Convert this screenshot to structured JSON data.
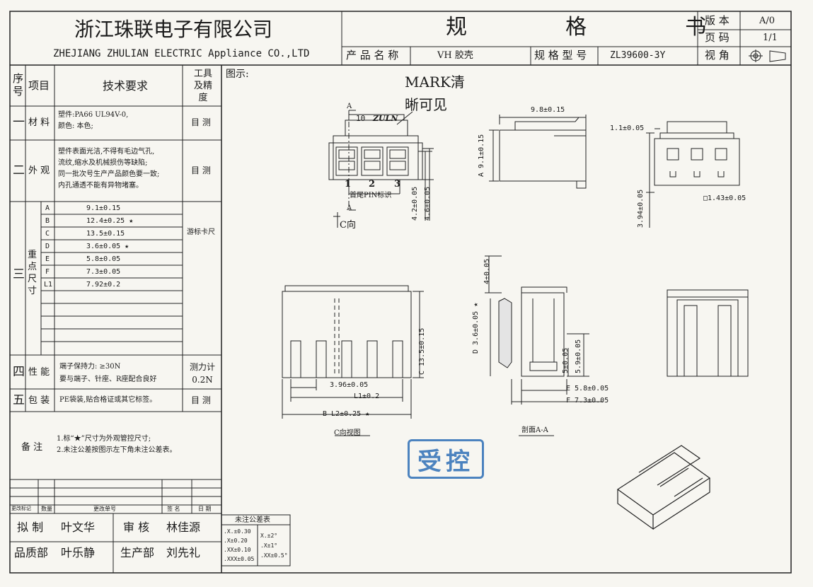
{
  "header": {
    "company_cn": "浙江珠联电子有限公司",
    "company_en": "ZHEJIANG ZHULIAN ELECTRIC Appliance CO.,LTD",
    "doc_title": "规  格  书",
    "version_label": "版 本",
    "version_value": "A/0",
    "page_label": "页 码",
    "page_value": "1/1",
    "view_label": "视 角",
    "product_name_label": "产 品 名 称",
    "product_name_value": "VH 胶壳",
    "model_label": "规 格 型 号",
    "model_value": "ZL39600-3Y"
  },
  "table": {
    "col_seq": "序号",
    "col_item": "项目",
    "col_req": "技术要求",
    "col_tool": "工具及精度",
    "rows": [
      {
        "num": "一",
        "item": "材 料",
        "req": [
          "塑件:PA66  UL94V-0,",
          "颜色: 本色;"
        ],
        "tool": "目 测"
      },
      {
        "num": "二",
        "item": "外 观",
        "req": [
          "塑件表面光洁,不得有毛边气孔,",
          "流纹,缩水及机械损伤等缺陷;",
          "同一批次号生产产品颜色要一致;",
          "内孔通透不能有异物堵塞。"
        ],
        "tool": "目 测"
      },
      {
        "num": "三",
        "item": "重点尺寸",
        "tool": "游标卡尺"
      },
      {
        "num": "四",
        "item": "性 能",
        "req": [
          "端子保持力: ≥30N",
          "要与端子、针座、R座配合良好"
        ],
        "tool": "测力计 0.2N"
      },
      {
        "num": "五",
        "item": "包 装",
        "req": [
          "PE袋装,贴合格证或其它标签。"
        ],
        "tool": "目 测"
      }
    ],
    "dims": [
      {
        "k": "A",
        "v": "9.1±0.15"
      },
      {
        "k": "B",
        "v": "12.4±0.25 ★"
      },
      {
        "k": "C",
        "v": "13.5±0.15"
      },
      {
        "k": "D",
        "v": "3.6±0.05 ★"
      },
      {
        "k": "E",
        "v": "5.8±0.05"
      },
      {
        "k": "F",
        "v": "7.3±0.05"
      },
      {
        "k": "L1",
        "v": "7.92±0.2"
      }
    ],
    "notes_label": "备 注",
    "notes": [
      "1.标“★”尺寸为外观管控尺寸;",
      "2.未注公差按图示左下角未注公差表。"
    ],
    "change_cols": [
      "更改标记",
      "数量",
      "更改单号",
      "签 名",
      "日 期"
    ],
    "sign": {
      "draft_label": "拟 制",
      "draft_name": "叶文华",
      "review_label": "审 核",
      "review_name": "林佳源",
      "qa_label": "品质部",
      "qa_name": "叶乐静",
      "prod_label": "生产部",
      "prod_name": "刘先礼"
    }
  },
  "tolerance": {
    "title": "未注公差表",
    "left": [
      ".X.±0.30",
      ".X±0.20",
      ".XX±0.10",
      ".XXX±0.05"
    ],
    "right": [
      "X.±2°",
      ".X±1°",
      ".XX±0.5°"
    ]
  },
  "drawing": {
    "label": "图示:",
    "mark_note_1": "MARK清",
    "mark_note_2": "晰可见",
    "mark_10": "10",
    "mark_logo": "ZULN",
    "section_a": "A",
    "pins": [
      "1",
      "2",
      "3"
    ],
    "pin_note": "首尾PIN标识",
    "view_c": "C向",
    "view_c_title": "C向视图",
    "section_title": "剖面A-A",
    "dims": {
      "top_w": "9.8±0.15",
      "a": "A 9.1±0.15",
      "h42": "4.2±0.05",
      "h46": "4.6±0.05",
      "w11": "1.1±0.05",
      "h394": "3.94±0.05",
      "sq143": "□1.43±0.05",
      "c135": "C 13.5±0.15",
      "p396": "3.96±0.05",
      "l1": "L1±0.2",
      "b": "B L2±0.25 ★",
      "h4": "4±0.05",
      "d36": "D 3.6±0.05 ★",
      "h5": "5±0.05",
      "h59": "5.9±0.05",
      "e58": "E 5.8±0.05",
      "f73": "F 7.3±0.05"
    },
    "stamp": "受控"
  }
}
